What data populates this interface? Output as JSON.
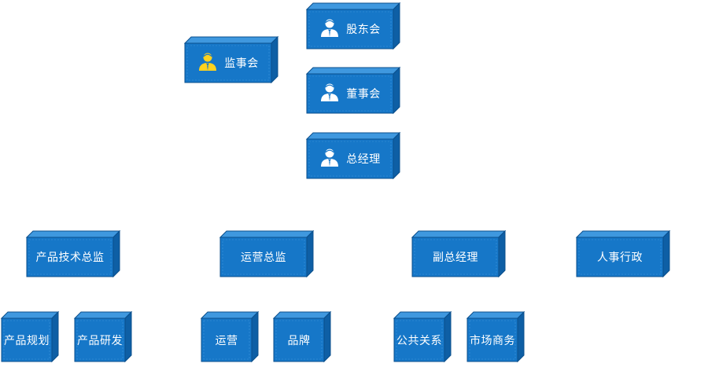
{
  "diagram": {
    "type": "org-chart",
    "colors": {
      "box_front": "#1677c8",
      "box_top": "#3f98df",
      "box_side": "#0e5fa5",
      "box_border": "#0b4f8c",
      "text": "#ffffff",
      "icon_person": "#ffffff",
      "icon_person_highlight": "#ffd21f"
    },
    "nodes": {
      "shareholders": {
        "label": "股东会",
        "icon": "person-icon"
      },
      "supervisors": {
        "label": "监事会",
        "icon": "person-icon-yellow"
      },
      "board": {
        "label": "董事会",
        "icon": "person-icon"
      },
      "gm": {
        "label": "总经理",
        "icon": "person-icon"
      },
      "tech_director": {
        "label": "产品技术总监"
      },
      "ops_director": {
        "label": "运营总监"
      },
      "deputy_gm": {
        "label": "副总经理"
      },
      "hr_admin": {
        "label": "人事行政"
      },
      "product_planning": {
        "label": "产品规划"
      },
      "product_rnd": {
        "label": "产品研发"
      },
      "operations": {
        "label": "运营"
      },
      "brand": {
        "label": "品牌"
      },
      "public_relations": {
        "label": "公共关系"
      },
      "market_business": {
        "label": "市场商务"
      }
    }
  }
}
